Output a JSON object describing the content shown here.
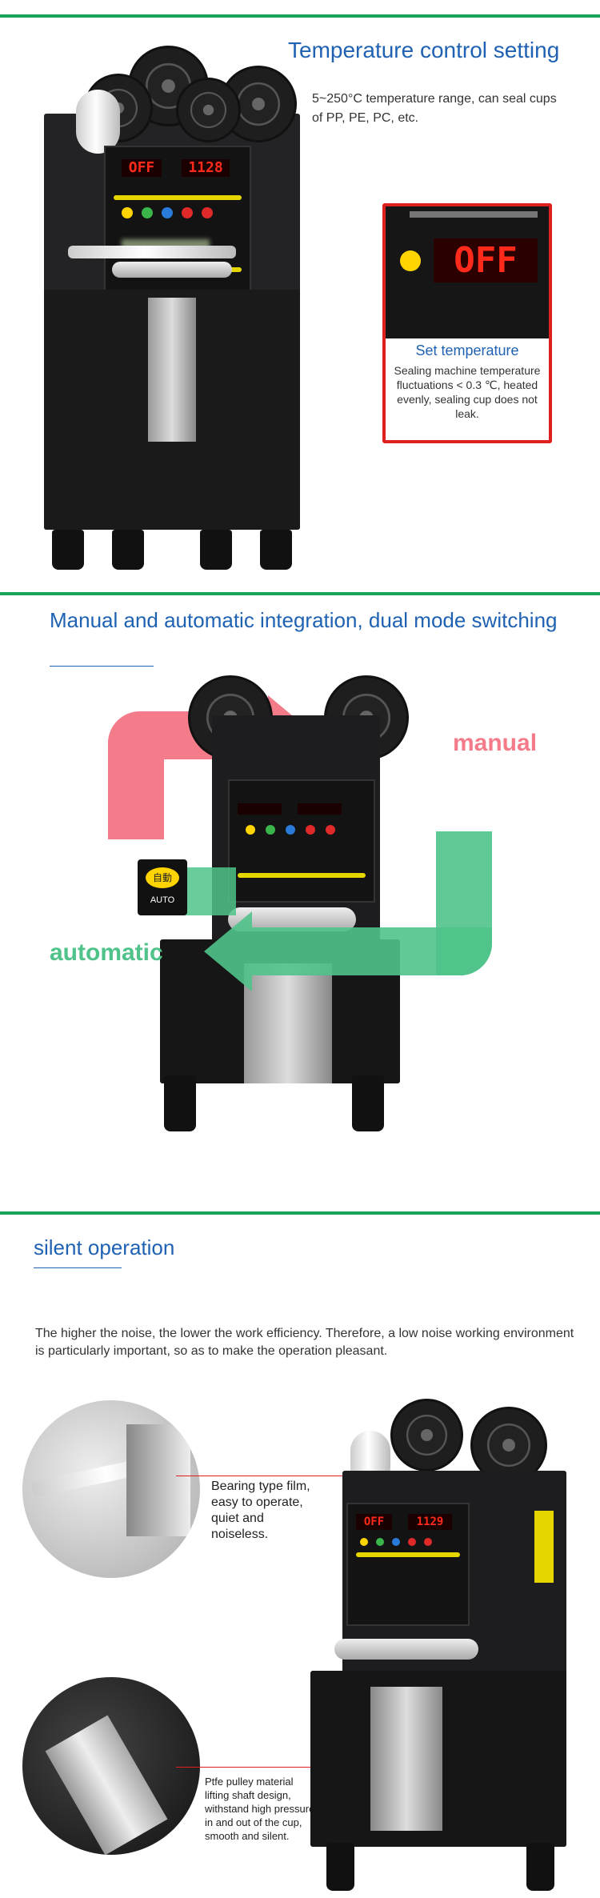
{
  "section1": {
    "heading": "Temperature control setting",
    "description": "5~250°C temperature range, can seal cups of PP, PE, PC, etc.",
    "display_text": "OFF",
    "display_number": "1128",
    "zoom_display": "OFF",
    "callout": {
      "title": "Set temperature",
      "body": "Sealing machine temperature fluctuations < 0.3 ℃, heated evenly, sealing cup does not leak."
    }
  },
  "section2": {
    "heading": "Manual and automatic integration, dual mode switching",
    "label_manual": "manual",
    "label_automatic": "automatic",
    "auto_button": {
      "chinese": "自動",
      "english": "AUTO"
    }
  },
  "section3": {
    "heading": "silent operation",
    "description": "The higher the noise, the lower the work efficiency. Therefore, a low noise working environment is particularly important, so as to make the operation pleasant.",
    "feature1": "Bearing type film, easy to operate, quiet and noiseless.",
    "feature2": "Ptfe pulley material lifting shaft design, withstand high pressure in and out of the cup, smooth and silent.",
    "display_text": "OFF",
    "display_number": "1129"
  },
  "colors": {
    "accent_green": "#1aa35a",
    "title_blue": "#1f62b3",
    "callout_red": "#e02020",
    "manual_pink": "#f47c8a",
    "automatic_green": "#4fc38a"
  }
}
